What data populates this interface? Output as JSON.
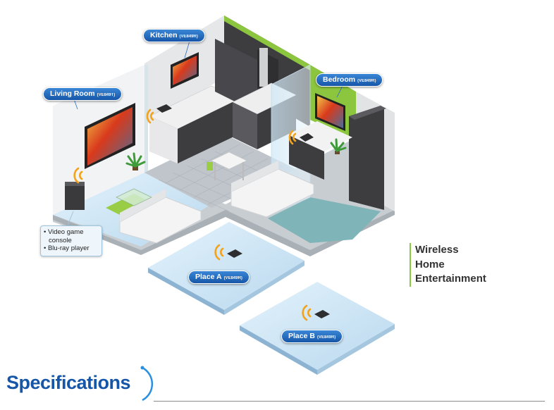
{
  "rooms": {
    "kitchen": {
      "label": "Kitchen",
      "model": "(VE849R)"
    },
    "living_room": {
      "label": "Living Room",
      "model": "(VE849T)"
    },
    "bedroom": {
      "label": "Bedroom",
      "model": "(VE849R)"
    }
  },
  "places": {
    "place_a": {
      "label": "Place A",
      "model": "(VE849R)"
    },
    "place_b": {
      "label": "Place B",
      "model": "(VE849R)"
    }
  },
  "source_devices": [
    "Video game console",
    "Blu-ray player"
  ],
  "caption": {
    "lines": [
      "Wireless",
      "Home",
      "Entertainment"
    ]
  },
  "section_title": "Specifications",
  "icons": [
    "wireless-signal-icon",
    "receiver-icon",
    "tv-icon",
    "plant-icon"
  ],
  "colors": {
    "label_blue": "#1656a8",
    "accent_green": "#8cc63f",
    "signal_orange": "#f5a21b",
    "floor_blue": "#cfe6f5",
    "cabinet_dark": "#3d3d40"
  }
}
